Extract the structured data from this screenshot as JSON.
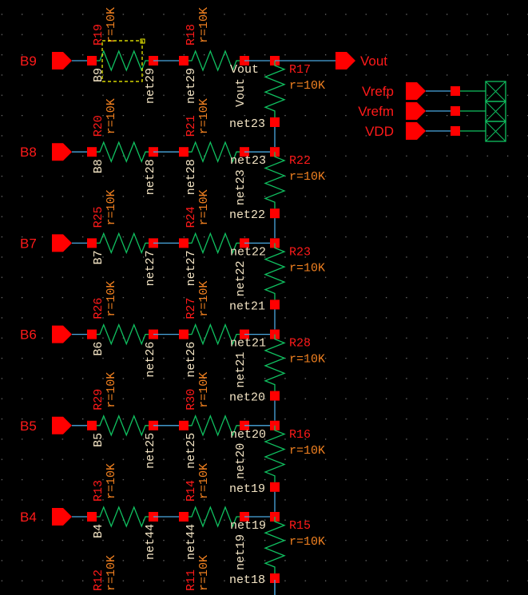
{
  "colors": {
    "wire": "#4aa8e0",
    "resistor": "#10c060",
    "pin": "#ff0000",
    "instance": "#ff1a1a",
    "value": "#f08020",
    "net": "#f3e4c4",
    "grid": "#707070",
    "selection": "#ffff00"
  },
  "rows": [
    {
      "pin": "B9",
      "resA": {
        "name": "R19",
        "value": "r=10K"
      },
      "resB": {
        "name": "R18",
        "value": "r=10K"
      },
      "nets": [
        "B9",
        "net29",
        "net29",
        "Vout"
      ],
      "nodeLabel": "Vout",
      "vres": {
        "name": "R17",
        "value": "r=10K"
      },
      "nodeBelow": "net23",
      "selected": true
    },
    {
      "pin": "B8",
      "resA": {
        "name": "R20",
        "value": "r=10K"
      },
      "resB": {
        "name": "R21",
        "value": "r=10K"
      },
      "nets": [
        "B8",
        "net28",
        "net28",
        "net23"
      ],
      "nodeLabel": "net23",
      "vres": {
        "name": "R22",
        "value": "r=10K"
      },
      "nodeBelow": "net22"
    },
    {
      "pin": "B7",
      "resA": {
        "name": "R25",
        "value": "r=10K"
      },
      "resB": {
        "name": "R24",
        "value": "r=10K"
      },
      "nets": [
        "B7",
        "net27",
        "net27",
        "net22"
      ],
      "nodeLabel": "net22",
      "vres": {
        "name": "R23",
        "value": "r=10K"
      },
      "nodeBelow": "net21"
    },
    {
      "pin": "B6",
      "resA": {
        "name": "R26",
        "value": "r=10K"
      },
      "resB": {
        "name": "R27",
        "value": "r=10K"
      },
      "nets": [
        "B6",
        "net26",
        "net26",
        "net21"
      ],
      "nodeLabel": "net21",
      "vres": {
        "name": "R28",
        "value": "r=10K"
      },
      "nodeBelow": "net20"
    },
    {
      "pin": "B5",
      "resA": {
        "name": "R29",
        "value": "r=10K"
      },
      "resB": {
        "name": "R30",
        "value": "r=10K"
      },
      "nets": [
        "B5",
        "net25",
        "net25",
        "net20"
      ],
      "nodeLabel": "net20",
      "vres": {
        "name": "R16",
        "value": "r=10K"
      },
      "nodeBelow": "net19"
    },
    {
      "pin": "B4",
      "resA": {
        "name": "R13",
        "value": "r=10K"
      },
      "resB": {
        "name": "R14",
        "value": "r=10K"
      },
      "nets": [
        "B4",
        "net44",
        "net44",
        "net19"
      ],
      "nodeLabel": "net19",
      "vres": {
        "name": "R15",
        "value": "r=10K"
      },
      "nodeBelow": "net18"
    }
  ],
  "bottom_partial": {
    "resA": {
      "name": "R12",
      "value": "r=10K"
    },
    "resB": {
      "name": "R11",
      "value": "r=10K"
    }
  },
  "output_pin": "Vout",
  "supply_pins": [
    "Vrefp",
    "Vrefm",
    "VDD"
  ]
}
